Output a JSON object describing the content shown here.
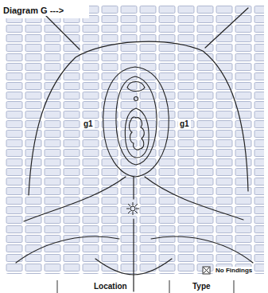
{
  "diagram": {
    "labels": [
      "Diagram G --->",
      "g1",
      "g1",
      "No Findings",
      "Location",
      "Type"
    ]
  }
}
